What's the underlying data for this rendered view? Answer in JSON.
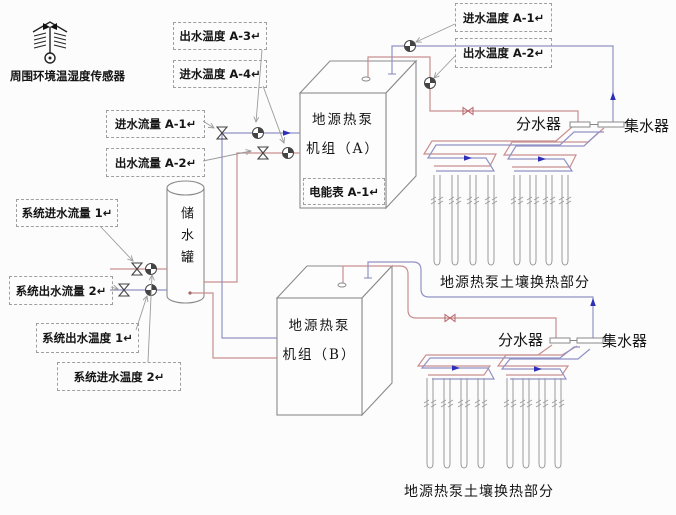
{
  "colors": {
    "pipe_red": "#c98f8f",
    "pipe_blue": "#9191c6",
    "arrow_blue": "#2e2eb8",
    "outline": "#8a8a8a",
    "leader": "#9b9b9b",
    "box_border": "#9f9f9f"
  },
  "ambient_sensor_label": "周围环境温湿度传感器",
  "labels": {
    "out_temp_a3": "出水温度 A-3↵",
    "in_temp_a4": "进水温度 A-4↵",
    "in_flow_a1": "进水流量 A-1↵",
    "out_flow_a2": "出水流量 A-2↵",
    "sys_in_flow_1": "系统进水流量 1↵",
    "sys_out_flow_2": "系统出水流量 2↵",
    "sys_out_temp_1": "系统出水温度 1↵",
    "sys_in_temp_2": "系统进水温度 2↵",
    "in_temp_a1": "进水温度 A-1↵",
    "out_temp_a2": "出水温度 A-2↵",
    "energy_meter_a1": "电能表 A-1↵"
  },
  "equipment": {
    "tank": "储水罐",
    "unit_a": {
      "line1": "地源热泵",
      "line2": "机组（A）"
    },
    "unit_b": {
      "line1": "地源热泵",
      "line2": "机组（B）"
    },
    "distributor": "分水器",
    "collector": "集水器",
    "ground_field_label": "地源热泵土壤换热部分"
  }
}
